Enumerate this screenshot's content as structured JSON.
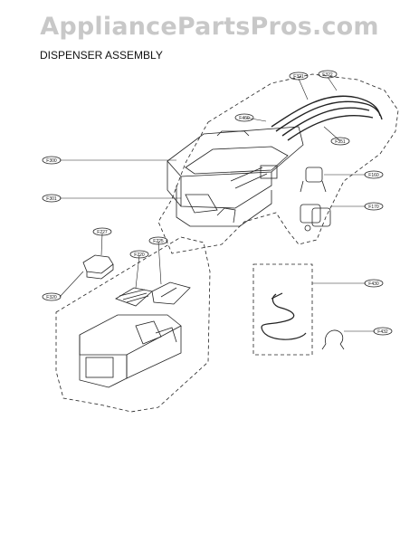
{
  "watermark": "AppliancePartsPros.com",
  "title": "DISPENSER ASSEMBLY",
  "parts": [
    {
      "id": "F321"
    },
    {
      "id": "F322"
    },
    {
      "id": "F460"
    },
    {
      "id": "F351"
    },
    {
      "id": "F300"
    },
    {
      "id": "F160"
    },
    {
      "id": "F301"
    },
    {
      "id": "F170"
    },
    {
      "id": "F227"
    },
    {
      "id": "F225"
    },
    {
      "id": "F220"
    },
    {
      "id": "F320"
    },
    {
      "id": "F430"
    },
    {
      "id": "F432"
    }
  ]
}
